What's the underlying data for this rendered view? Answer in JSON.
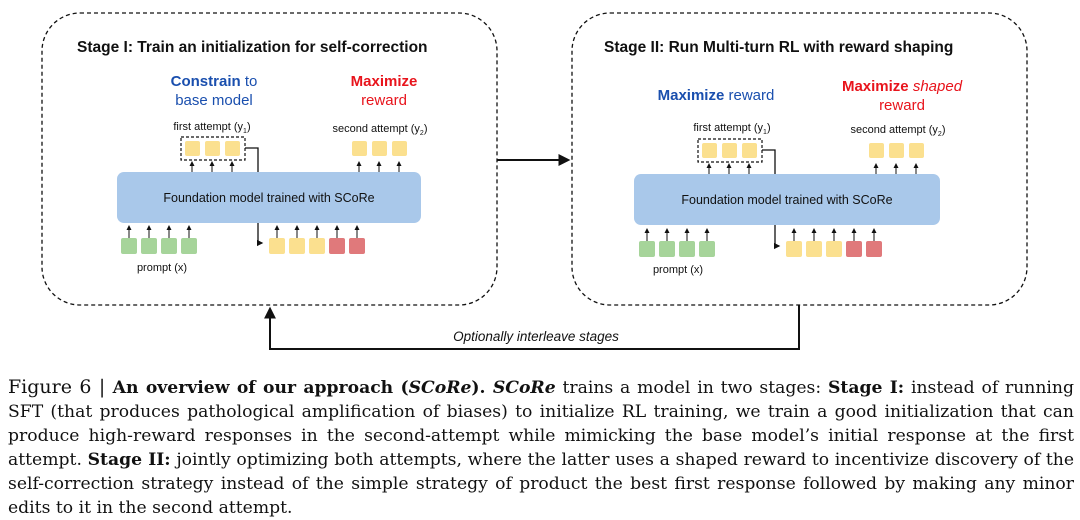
{
  "stage1": {
    "title": "Stage I: Train an initialization for self-correction",
    "left_goal_bold": "Constrain",
    "left_goal_rest": " to",
    "left_goal_line2": "base model",
    "right_goal_line1": "Maximize",
    "right_goal_line2": "reward",
    "first_attempt": "first attempt (y",
    "second_attempt": "second attempt (y",
    "model_label": "Foundation model trained with SCoRe",
    "prompt_label": "prompt (x)"
  },
  "stage2": {
    "title": "Stage II: Run Multi-turn RL with reward shaping",
    "left_goal_bold": "Maximize",
    "left_goal_rest": " reward",
    "right_goal_bold": "Maximize",
    "right_goal_italic": " shaped",
    "right_goal_line2": "reward",
    "first_attempt": "first attempt (y",
    "second_attempt": "second attempt (y",
    "model_label": "Foundation model trained with SCoRe",
    "prompt_label": "prompt (x)"
  },
  "subscripts": {
    "one": "1",
    "two": "2",
    "close": ")"
  },
  "loop_label": "Optionally interleave stages",
  "colors": {
    "model_fill": "#a9c8ea",
    "green_token": "#a6d49a",
    "yellow_token": "#fbe08f",
    "red_token": "#e0797b",
    "blue_text": "#1a4fae",
    "red_text": "#e8141c"
  },
  "caption": {
    "figure_label": "Figure 6 | ",
    "title": "An overview of our approach (",
    "title_italic": "SCoRe",
    "title_end": "). ",
    "score_italic": "SCoRe",
    "part1": " trains a model in two stages: ",
    "stage1_label": "Stage I:",
    "part2": " instead of running SFT (that produces pathological amplification of biases) to initialize RL training, we train a good initialization that can produce high-reward responses in the second-attempt while mimicking the base model’s initial response at the first attempt. ",
    "stage2_label": "Stage II:",
    "part3": " jointly optimizing both attempts, where the latter uses a shaped reward to incentivize discovery of the self-correction strategy instead of the simple strategy of product the best first response followed by making any minor edits to it in the second attempt."
  }
}
